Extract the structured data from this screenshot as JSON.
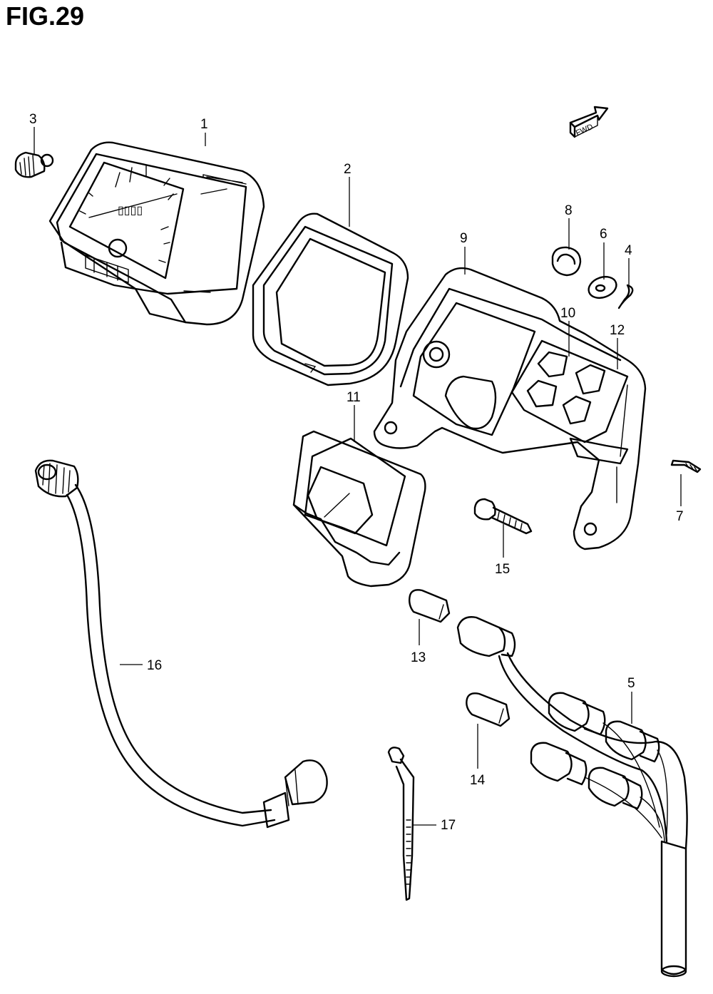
{
  "figure": {
    "title": "FIG.29"
  },
  "fwd_label": "FWD",
  "callouts": [
    {
      "id": "c1",
      "number": "1"
    },
    {
      "id": "c2",
      "number": "2"
    },
    {
      "id": "c3",
      "number": "3"
    },
    {
      "id": "c4",
      "number": "4"
    },
    {
      "id": "c5",
      "number": "5"
    },
    {
      "id": "c6",
      "number": "6"
    },
    {
      "id": "c7",
      "number": "7"
    },
    {
      "id": "c8",
      "number": "8"
    },
    {
      "id": "c9",
      "number": "9"
    },
    {
      "id": "c10",
      "number": "10"
    },
    {
      "id": "c11",
      "number": "11"
    },
    {
      "id": "c12",
      "number": "12"
    },
    {
      "id": "c13",
      "number": "13"
    },
    {
      "id": "c14",
      "number": "14"
    },
    {
      "id": "c15",
      "number": "15"
    },
    {
      "id": "c16",
      "number": "16"
    },
    {
      "id": "c17",
      "number": "17"
    }
  ]
}
